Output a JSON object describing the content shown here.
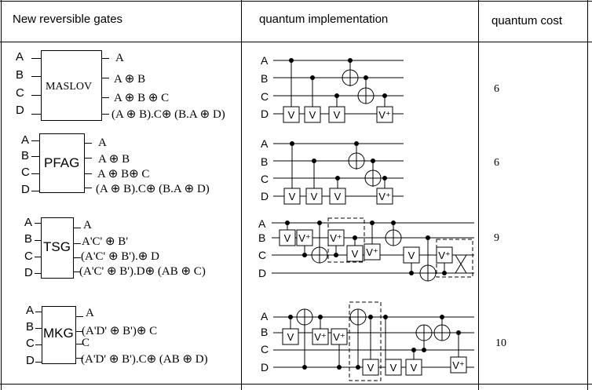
{
  "headers": {
    "col1": "New reversible gates",
    "col2": "quantum implementation",
    "col3": "quantum cost"
  },
  "rows": [
    {
      "gate_name": "MASLOV",
      "inputs": [
        "A",
        "B",
        "C",
        "D"
      ],
      "outputs": [
        "A",
        "A ⊕ B",
        "A ⊕ B ⊕ C",
        "(A ⊕ B).C⊕ (B.A ⊕ D)"
      ],
      "circuit_wires": [
        "A",
        "B",
        "C",
        "D"
      ],
      "cost": "6"
    },
    {
      "gate_name": "PFAG",
      "inputs": [
        "A",
        "B",
        "C",
        "D"
      ],
      "outputs": [
        "A",
        "A ⊕ B",
        "A ⊕ B⊕ C",
        "(A ⊕ B).C⊕ (B.A ⊕ D)"
      ],
      "circuit_wires": [
        "A",
        "B",
        "C",
        "D"
      ],
      "cost": "6"
    },
    {
      "gate_name": "TSG",
      "inputs": [
        "A",
        "B",
        "C",
        "D"
      ],
      "outputs": [
        "A",
        "A'C' ⊕ B'",
        "(A'C' ⊕ B').⊕ D",
        "(A'C' ⊕ B').D⊕ (AB ⊕ C)"
      ],
      "circuit_wires": [
        "A",
        "B",
        "C",
        "D"
      ],
      "cost": "9"
    },
    {
      "gate_name": "MKG",
      "inputs": [
        "A",
        "B",
        "C",
        "D"
      ],
      "outputs": [
        "A",
        "(A'D' ⊕ B')⊕ C",
        "C",
        "(A'D' ⊕ B').C⊕ (AB ⊕ D)"
      ],
      "circuit_wires": [
        "A",
        "B",
        "C",
        "D"
      ],
      "cost": "10"
    }
  ],
  "gate_symbols": {
    "v": "V",
    "v_dagger": "V⁺"
  }
}
